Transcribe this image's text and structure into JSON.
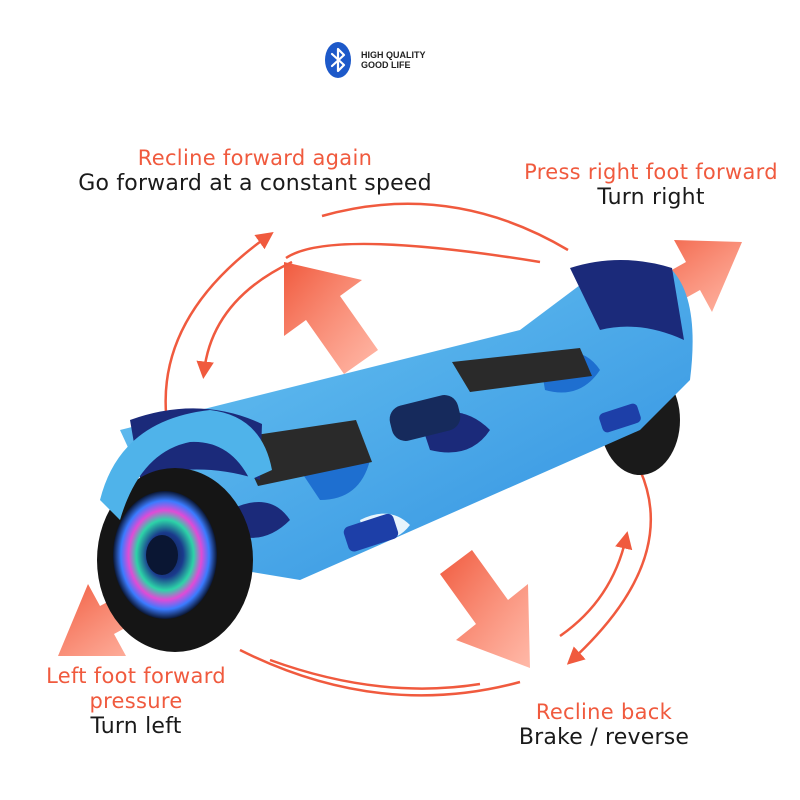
{
  "brand": {
    "line1": "HIGH QUALITY",
    "line2": "GOOD LIFE",
    "icon": "bluetooth-icon"
  },
  "labels": {
    "forward": {
      "title": "Recline forward again",
      "desc": "Go forward at a constant speed"
    },
    "right": {
      "title": "Press right foot forward",
      "desc": "Turn right"
    },
    "left": {
      "title_line1": "Left foot forward",
      "title_line2": "pressure",
      "desc": "Turn left"
    },
    "back": {
      "title": "Recline back",
      "desc": "Brake / reverse"
    }
  },
  "colors": {
    "accent": "#f05a3e",
    "text": "#1a1a1a",
    "camo_light": "#4fb3ea",
    "camo_mid": "#1e6fd0",
    "camo_dark": "#1b2a7a",
    "bluetooth": "#1d59c9"
  }
}
